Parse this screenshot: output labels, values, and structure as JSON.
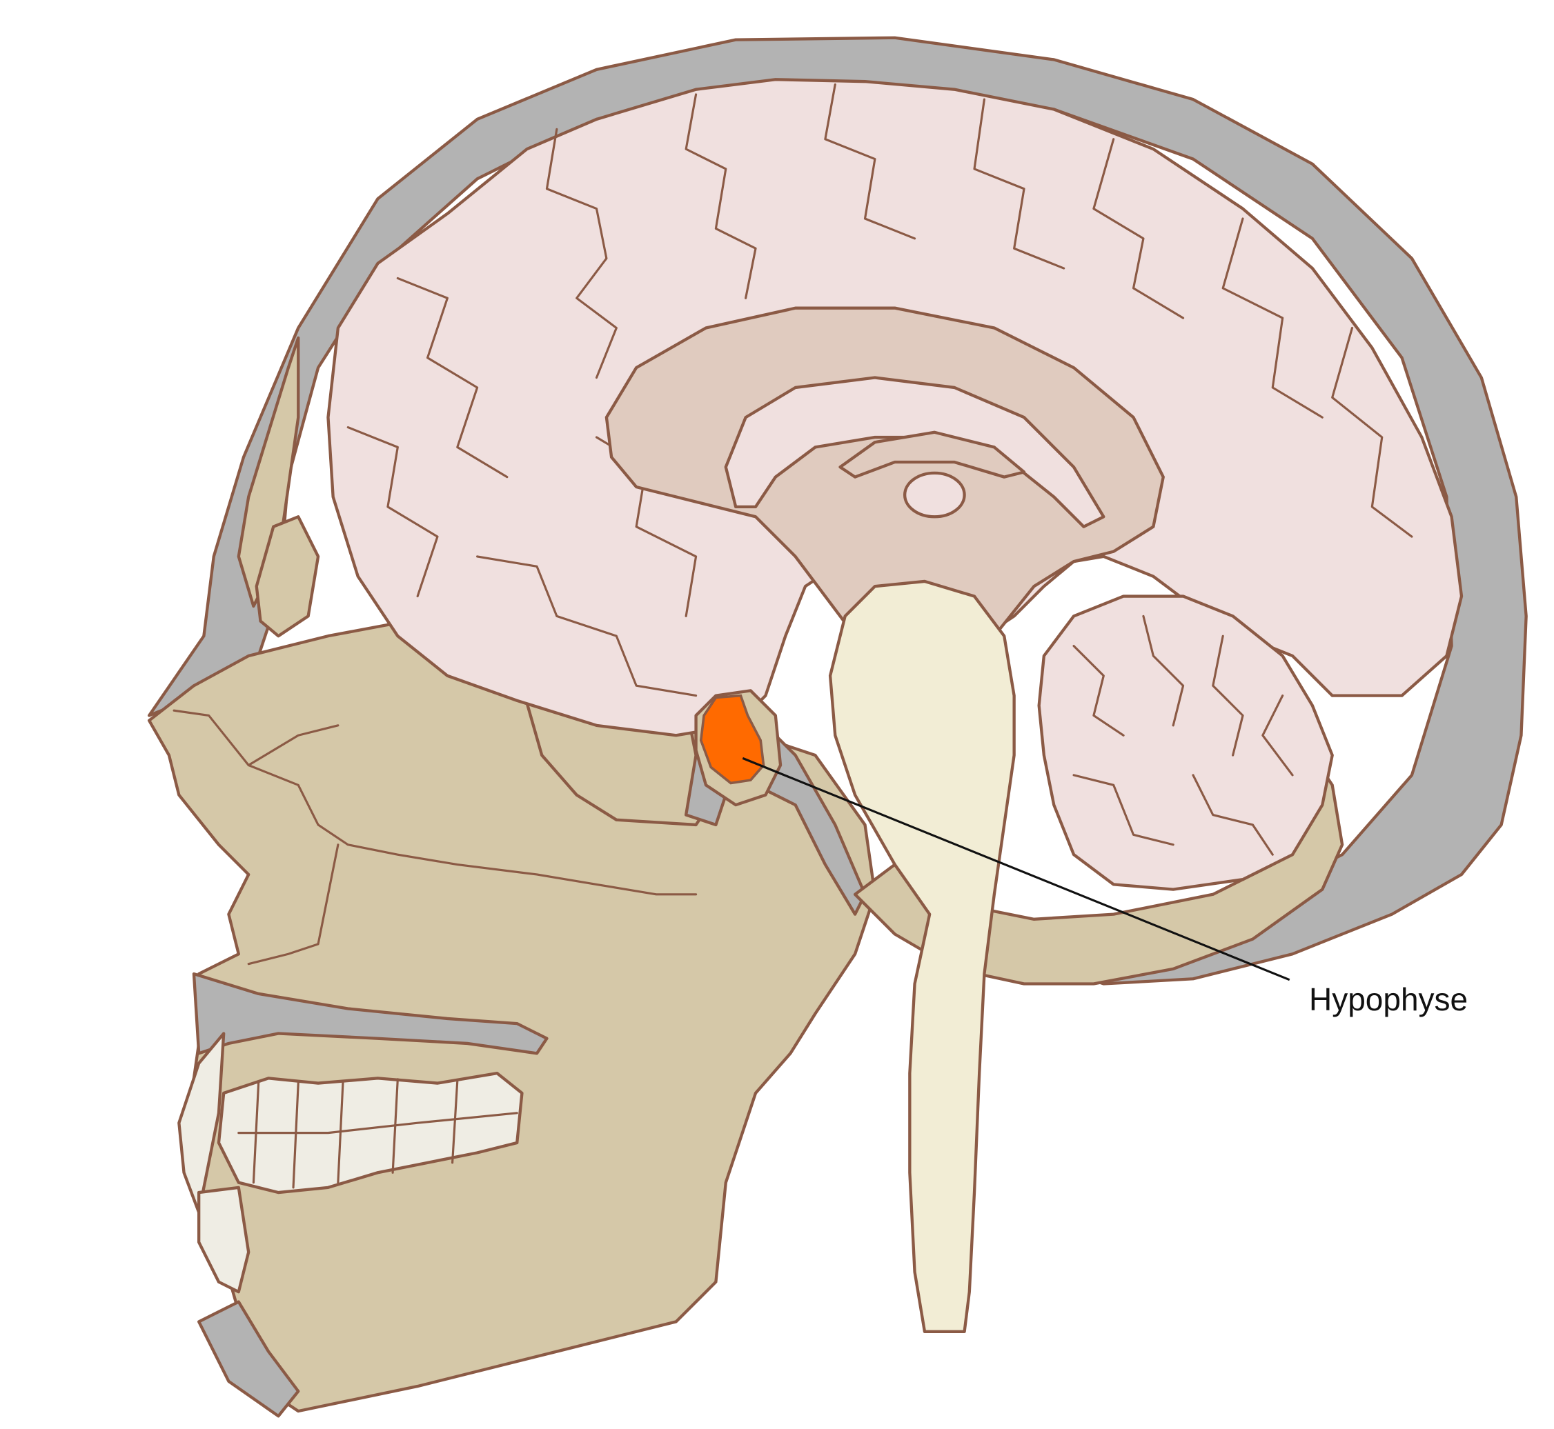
{
  "figure": {
    "subject": "Sagittal section of the human head",
    "labels": [
      {
        "id": "hypophyse",
        "text": "Hypophyse"
      }
    ]
  },
  "colors": {
    "outline": "#8B5A45",
    "bone": "#D5C8A8",
    "dura_gray": "#B3B3B3",
    "cerebrum": "#F0E0DF",
    "inner_brain": "#E0CBBF",
    "brainstem": "#F2EDD5",
    "teeth": "#EFEDE4",
    "pituitary": "#FF6A00",
    "leader_line": "#111111"
  }
}
